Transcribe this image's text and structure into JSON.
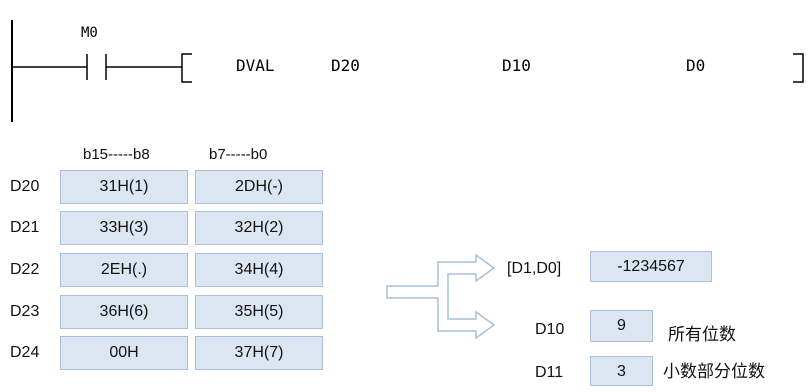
{
  "ladder": {
    "contact": "M0",
    "instruction": "DVAL",
    "operands": [
      "D20",
      "D10",
      "D0"
    ]
  },
  "table": {
    "headers": [
      "b15-----b8",
      "b7-----b0"
    ],
    "rows": [
      {
        "reg": "D20",
        "high": "31H(1)",
        "low": "2DH(-)"
      },
      {
        "reg": "D21",
        "high": "33H(3)",
        "low": "32H(2)"
      },
      {
        "reg": "D22",
        "high": "2EH(.)",
        "low": "34H(4)"
      },
      {
        "reg": "D23",
        "high": "36H(6)",
        "low": "35H(5)"
      },
      {
        "reg": "D24",
        "high": "00H",
        "low": "37H(7)"
      }
    ]
  },
  "results": [
    {
      "reg": "[D1,D0]",
      "value": "-1234567",
      "note": ""
    },
    {
      "reg": "D10",
      "value": "9",
      "note": "所有位数"
    },
    {
      "reg": "D11",
      "value": "3",
      "note": "小数部分位数"
    }
  ],
  "colors": {
    "cell_fill": "#dce6f2",
    "cell_border": "#a9bfdc",
    "line": "#000000"
  }
}
